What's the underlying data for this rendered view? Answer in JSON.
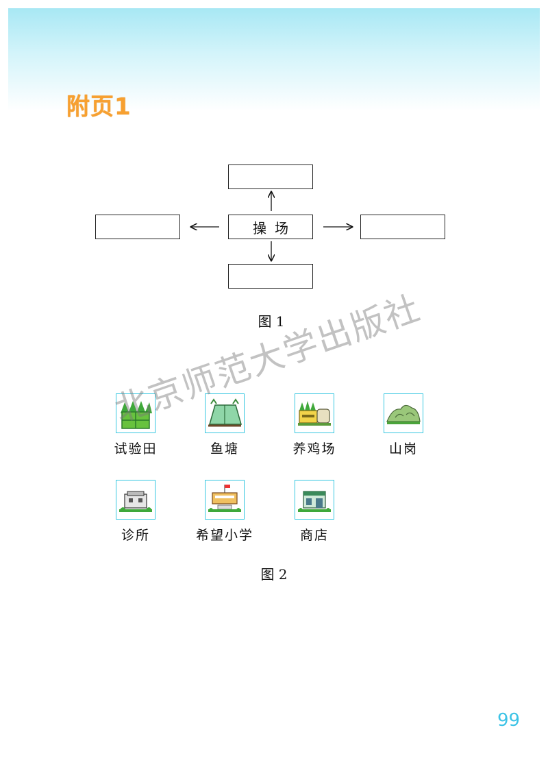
{
  "page": {
    "title": "附页1",
    "page_number": "99",
    "watermark": "北京师范大学出版社"
  },
  "figure1": {
    "center_label": "操场",
    "caption": "图 1"
  },
  "figure2": {
    "caption": "图 2",
    "places": [
      {
        "label": "试验田",
        "icon": "field-icon"
      },
      {
        "label": "鱼塘",
        "icon": "fish-pond-icon"
      },
      {
        "label": "养鸡场",
        "icon": "chicken-farm-icon"
      },
      {
        "label": "山岗",
        "icon": "hill-icon"
      },
      {
        "label": "诊所",
        "icon": "clinic-icon"
      },
      {
        "label": "希望小学",
        "icon": "school-icon"
      },
      {
        "label": "商店",
        "icon": "shop-icon"
      }
    ]
  },
  "colors": {
    "title": "#f7a030",
    "page_number": "#3cc3e6",
    "icon_border": "#33c6e0",
    "header_band": "#a8e8f4"
  }
}
